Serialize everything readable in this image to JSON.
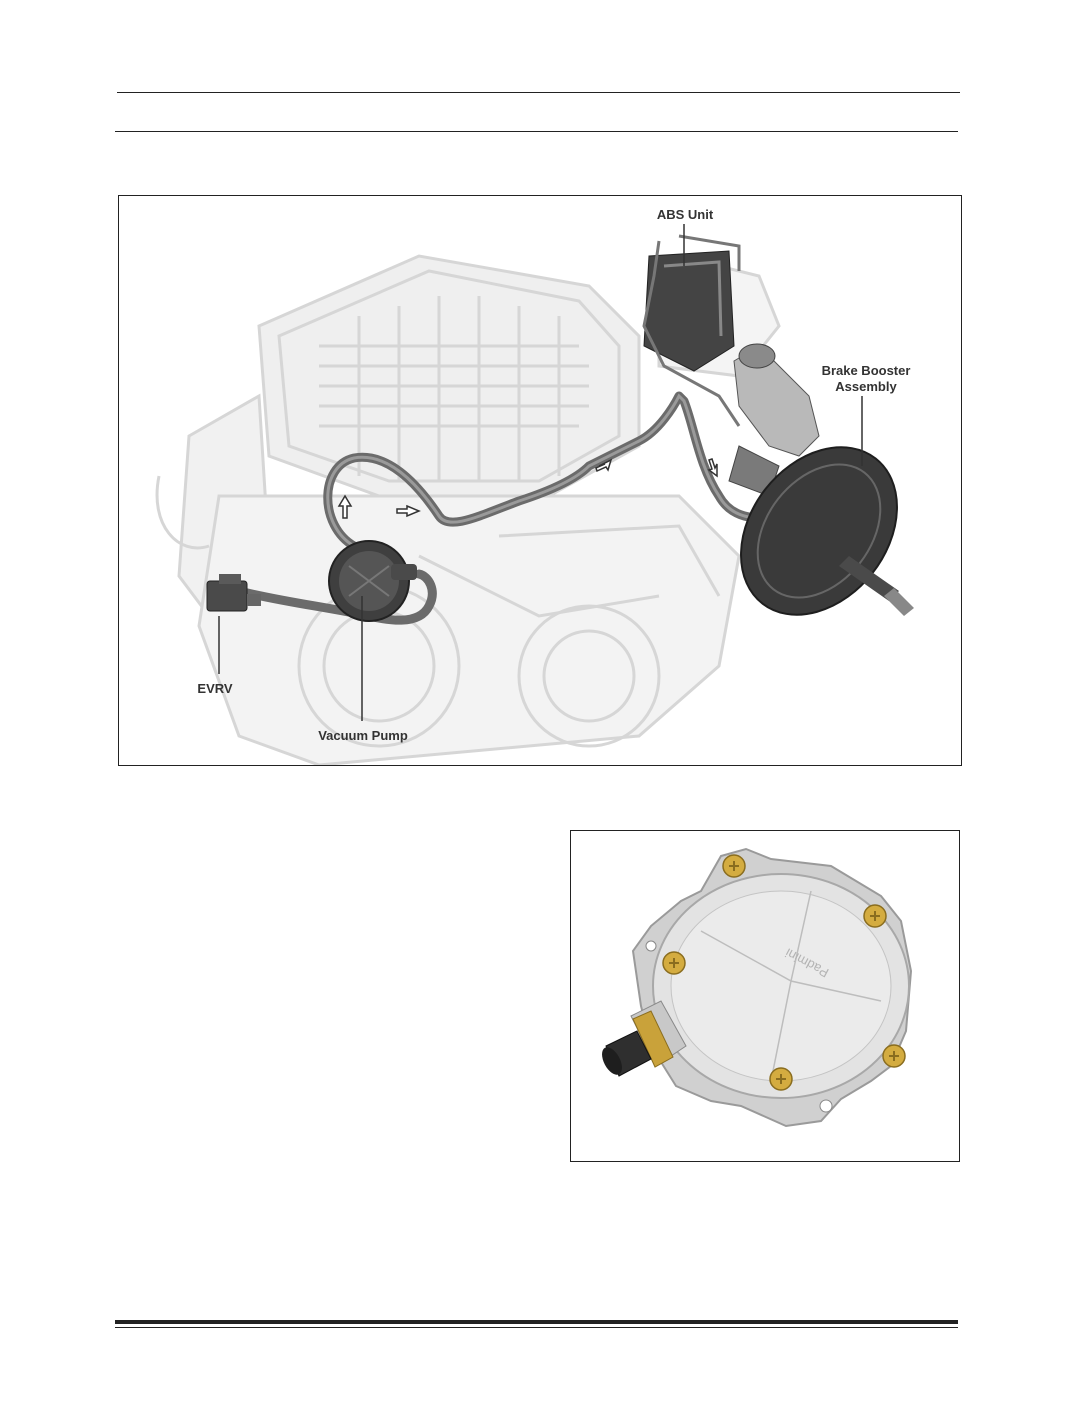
{
  "figure1": {
    "callouts": {
      "abs_unit": "ABS Unit",
      "brake_booster_line1": "Brake Booster",
      "brake_booster_line2": "Assembly",
      "evrv": "EVRV",
      "vacuum_pump": "Vacuum Pump"
    }
  },
  "figure2": {
    "brand_mark": "Padmini"
  },
  "colors": {
    "rule": "#222222",
    "ghost_engine": "#d6d6d6",
    "hose": "#6b6b6b",
    "component_dark": "#4a4a4a",
    "pump_body": "#d9d9d9",
    "bolt_gold": "#c9a23a"
  }
}
